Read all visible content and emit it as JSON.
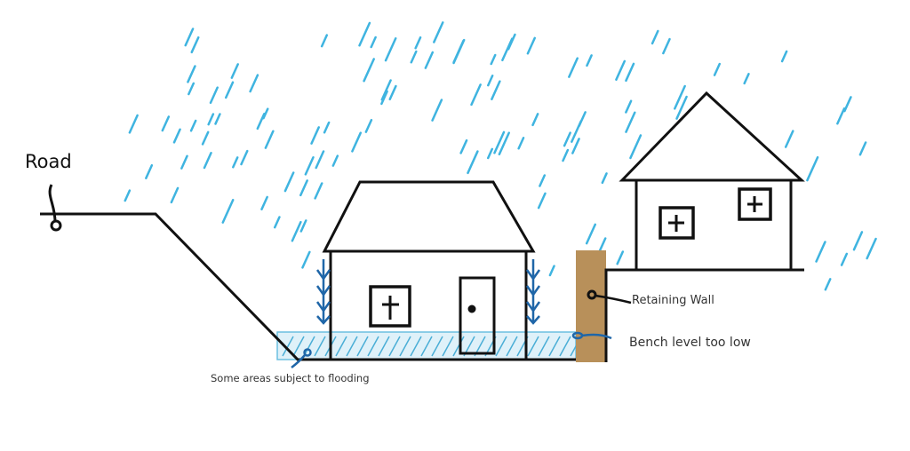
{
  "labels": {
    "road": "Road",
    "retaining_wall": "Retaining Wall",
    "bench_level": "Bench level too low",
    "flooding": "Some areas subject to flooding"
  },
  "colors": {
    "rain": "#3fb4e0",
    "water": "#cfe9f5",
    "arrow": "#1f66a8",
    "wall": "#b8905a",
    "ink": "#111111"
  }
}
